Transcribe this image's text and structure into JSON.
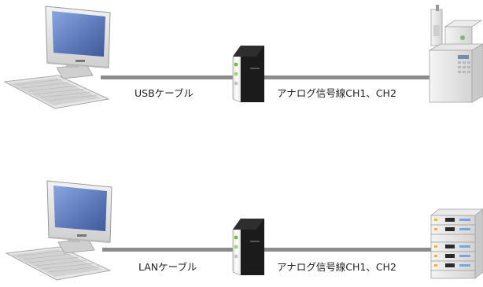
{
  "rows": [
    {
      "cable_label": "USBケーブル",
      "signal_label": "アナログ信号線CH1、CH2",
      "instrument": "gc-instrument"
    },
    {
      "cable_label": "LANケーブル",
      "signal_label": "アナログ信号線CH1、CH2",
      "instrument": "lc-instrument"
    }
  ],
  "icons": [
    "desktop-computer-icon",
    "interface-box-icon",
    "gc-instrument-icon",
    "lc-instrument-icon"
  ],
  "colors": {
    "line": "#8c8c8c",
    "monitor_screen": "#5b78b8",
    "case_black": "#1b1b1b",
    "led_green": "#6cbf3a"
  }
}
